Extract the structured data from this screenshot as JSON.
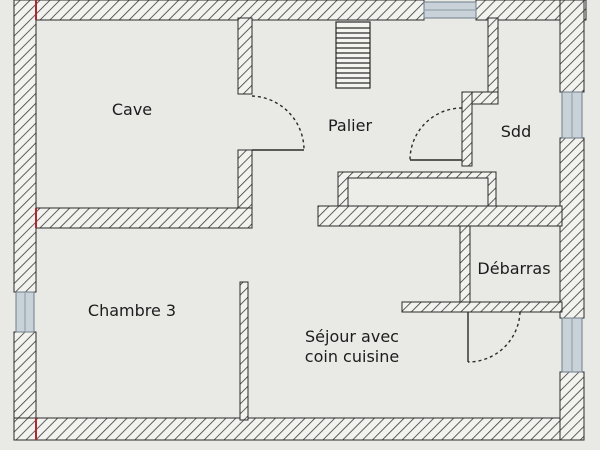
{
  "rooms": {
    "cave": "Cave",
    "palier": "Palier",
    "sdd": "Sdd",
    "debarras": "Débarras",
    "chambre3": "Chambre 3",
    "sejour_line1": "Séjour avec",
    "sejour_line2": "coin cuisine"
  },
  "colors": {
    "background": "#e9e9e6",
    "wall_fill": "#f2f2ef",
    "hatch": "#3a3a3a",
    "outline": "#2a2a2a",
    "window": "#b9c6cf",
    "wall_marker": "#b0282d"
  }
}
